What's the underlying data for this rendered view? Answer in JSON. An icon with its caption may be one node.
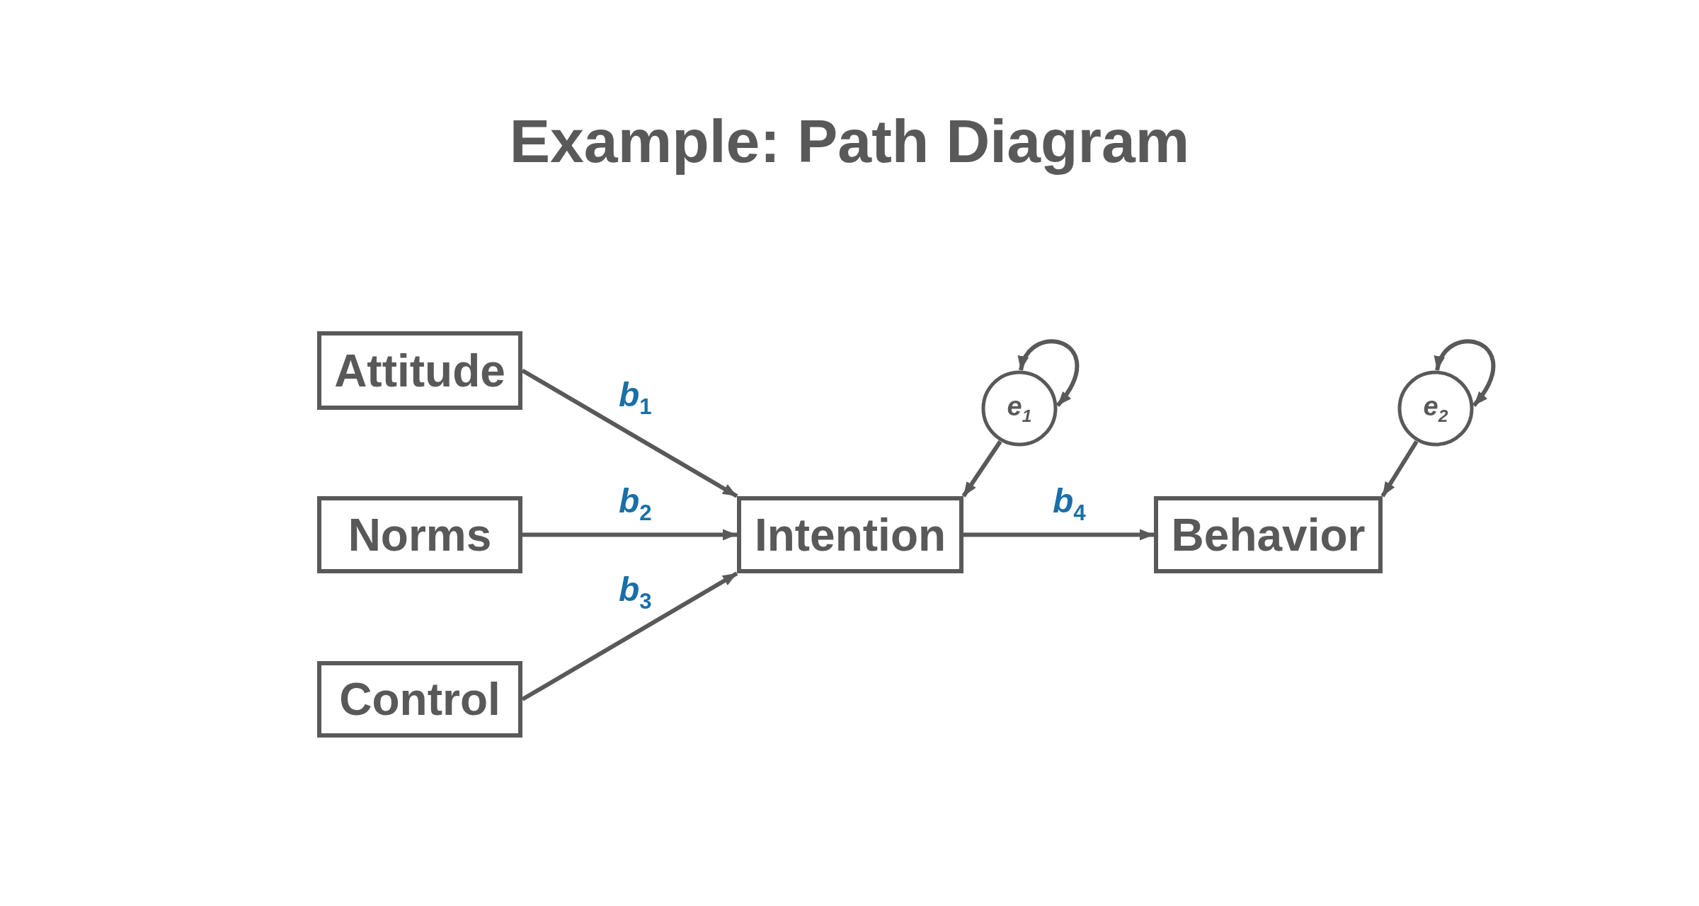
{
  "diagram": {
    "title": "Example: Path Diagram",
    "nodes": [
      {
        "text": [
          "Attitude"
        ]
      },
      {
        "text": [
          "Norms"
        ]
      },
      {
        "text": [
          "Control"
        ]
      },
      {
        "text": [
          "Intention"
        ]
      },
      {
        "text": [
          "Behavior"
        ]
      },
      {
        "text": [
          "e$_{1}$"
        ]
      },
      {
        "text": [
          "e$_{2}$"
        ]
      }
    ],
    "edges": [
      {
        "from": 0,
        "to": 3,
        "arrow": "to",
        "label": "b$_{1}$"
      },
      {
        "from": 1,
        "to": 3,
        "arrow": "to",
        "label": "b$_{2}$"
      },
      {
        "from": 2,
        "to": 3,
        "arrow": "to",
        "label": "b$_{3}$"
      },
      {
        "from": 3,
        "to": 4,
        "arrow": "to",
        "label": "b$_{4}$"
      },
      {
        "from": 5,
        "to": 3,
        "arrow": "to"
      },
      {
        "from": 6,
        "to": 4,
        "arrow": "to"
      },
      {
        "from": 5,
        "to": 5,
        "arrow": "both"
      },
      {
        "from": 6,
        "to": 6,
        "arrow": "both"
      }
    ]
  }
}
